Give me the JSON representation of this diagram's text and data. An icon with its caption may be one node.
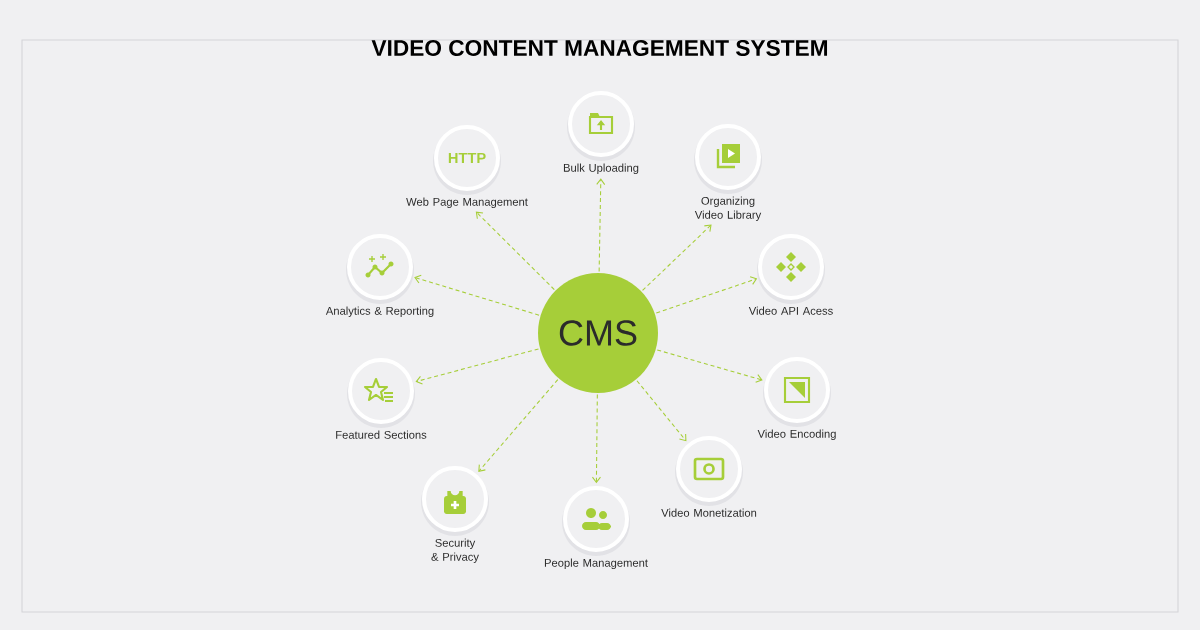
{
  "diagram": {
    "title": "VIDEO CONTENT MANAGEMENT SYSTEM",
    "nodes": [
      {
        "text": [
          "CMS"
        ]
      },
      {
        "text": [
          "Bulk Uploading"
        ]
      },
      {
        "text": [
          "HTTP",
          "Web Page Management"
        ]
      },
      {
        "text": [
          "Organizing Video Library"
        ]
      },
      {
        "text": [
          "Analytics & Reporting"
        ]
      },
      {
        "text": [
          "Video API Acess"
        ]
      },
      {
        "text": [
          "Featured Sections"
        ]
      },
      {
        "text": [
          "Video Encoding"
        ]
      },
      {
        "text": [
          "Security & Privacy"
        ]
      },
      {
        "text": [
          "Video Monetization"
        ]
      },
      {
        "text": [
          "People Management"
        ]
      }
    ],
    "edges": [
      {
        "from": 0,
        "to": 1,
        "arrow": "to",
        "style": "dashed"
      },
      {
        "from": 0,
        "to": 2,
        "arrow": "to",
        "style": "dashed"
      },
      {
        "from": 0,
        "to": 3,
        "arrow": "to",
        "style": "dashed"
      },
      {
        "from": 0,
        "to": 4,
        "arrow": "to",
        "style": "dashed"
      },
      {
        "from": 0,
        "to": 5,
        "arrow": "to",
        "style": "dashed"
      },
      {
        "from": 0,
        "to": 6,
        "arrow": "to",
        "style": "dashed"
      },
      {
        "from": 0,
        "to": 7,
        "arrow": "to",
        "style": "dashed"
      },
      {
        "from": 0,
        "to": 8,
        "arrow": "to",
        "style": "dashed"
      },
      {
        "from": 0,
        "to": 9,
        "arrow": "to",
        "style": "dashed"
      },
      {
        "from": 0,
        "to": 10,
        "arrow": "to",
        "style": "dashed"
      }
    ]
  }
}
